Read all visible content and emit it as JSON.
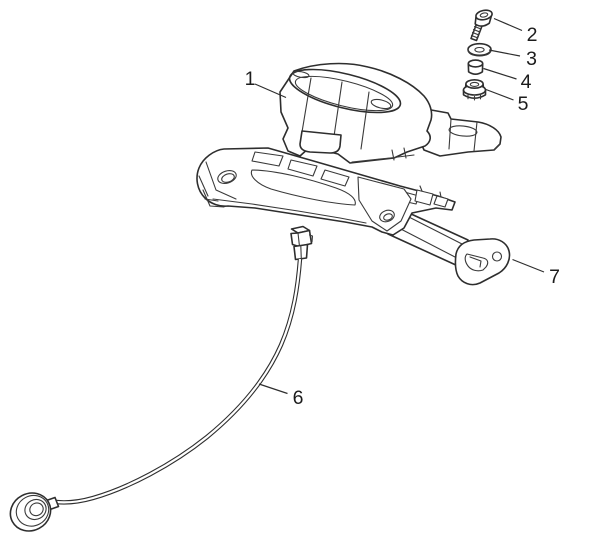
{
  "diagram": {
    "type": "exploded-parts-diagram",
    "background_color": "#ffffff",
    "line_color": "#2e2e2e",
    "label_color": "#1c1c1c",
    "callouts": [
      {
        "number": "1",
        "part": "instrument-cluster-housing"
      },
      {
        "number": "2",
        "part": "screw"
      },
      {
        "number": "3",
        "part": "washer"
      },
      {
        "number": "4",
        "part": "spacer-bushing"
      },
      {
        "number": "5",
        "part": "flanged-nut"
      },
      {
        "number": "6",
        "part": "sensor-cable"
      },
      {
        "number": "7",
        "part": "support-bracket-arm"
      }
    ]
  }
}
